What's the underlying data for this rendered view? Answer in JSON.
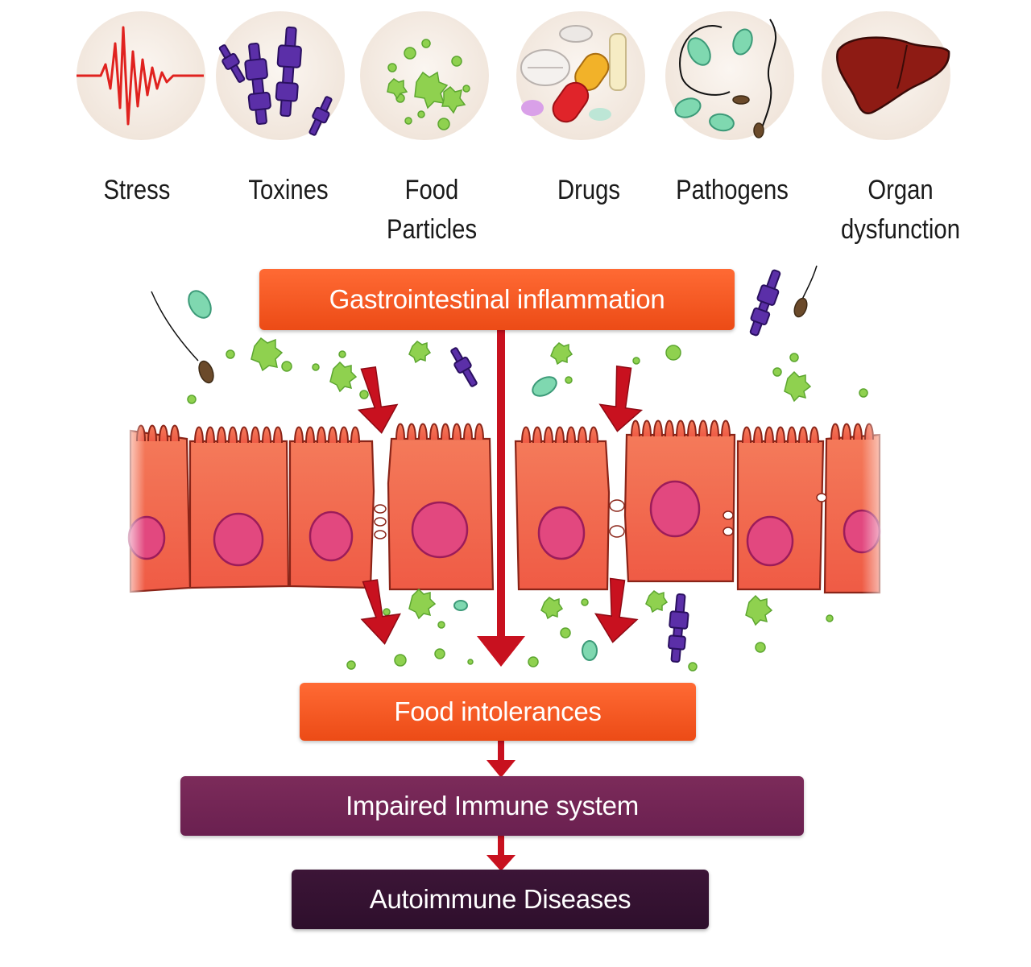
{
  "causes": [
    {
      "id": "stress",
      "label": "Stress",
      "icon": "stress-waveform-icon"
    },
    {
      "id": "toxines",
      "label": "Toxines",
      "icon": "toxin-molecule-icon"
    },
    {
      "id": "food",
      "label": "Food\nParticles",
      "icon": "food-particles-icon"
    },
    {
      "id": "drugs",
      "label": "Drugs",
      "icon": "pills-capsule-icon"
    },
    {
      "id": "pathogens",
      "label": "Pathogens",
      "icon": "bacteria-icon"
    },
    {
      "id": "organ",
      "label": "Organ\ndysfunction",
      "icon": "liver-icon"
    }
  ],
  "flow": {
    "inflammation": "Gastrointestinal inflammation",
    "intolerances": "Food intolerances",
    "immune": "Impaired Immune system",
    "autoimmune": "Autoimmune Diseases"
  },
  "colors": {
    "orange_box": "#f0541e",
    "purple_box": "#6d2252",
    "dark_box": "#33112f",
    "arrow": "#c8111f",
    "cell": "#f26a4f",
    "nucleus": "#e2487f",
    "particle": "#8fd14f",
    "toxin": "#5b2fa8",
    "bacteria": "#7fd8b0"
  }
}
